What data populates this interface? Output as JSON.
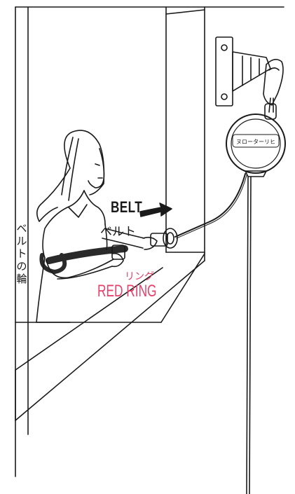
{
  "labels": {
    "belt_en": "BELT",
    "belt_jp": "ベルト",
    "ring_jp": "リング",
    "ring_en": "RED RING",
    "belt_loop_jp": "ベルトの輪"
  },
  "device": {
    "reel_label": "ヌローターリヒ"
  },
  "colors": {
    "line": "#1a1a1a",
    "accent_text": "#e5416a",
    "background": "#ffffff"
  }
}
